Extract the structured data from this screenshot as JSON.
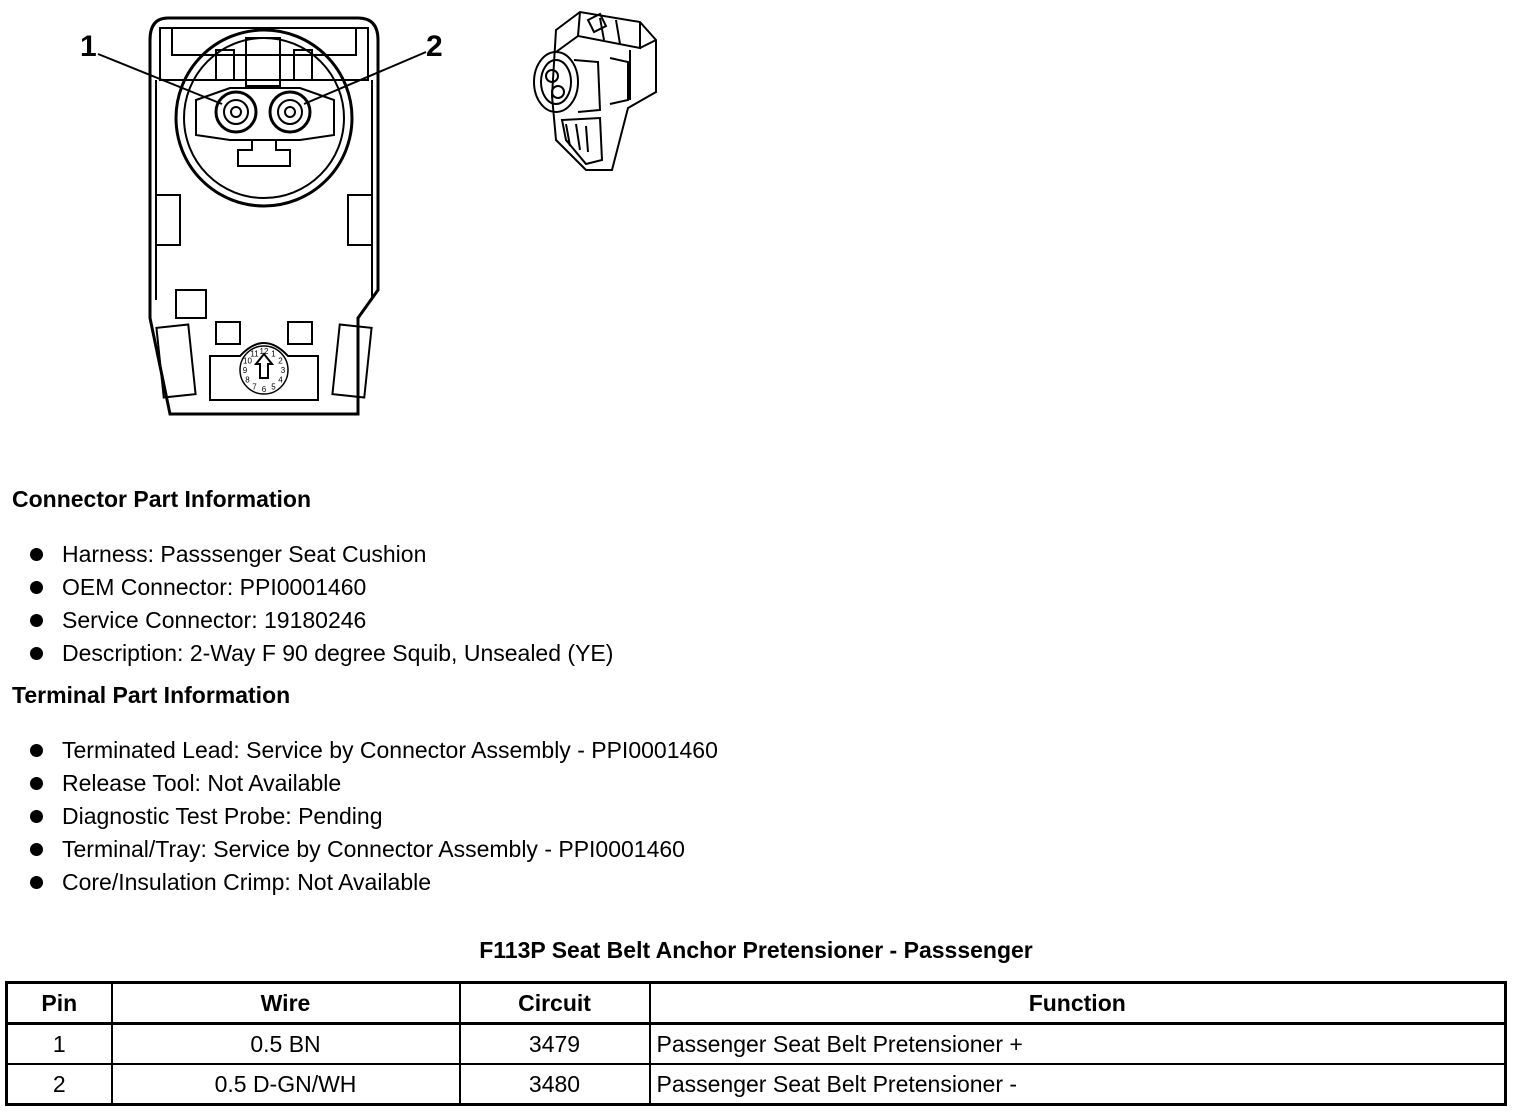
{
  "diagram": {
    "callout_1": "1",
    "callout_2": "2",
    "clock_arrow_label": "",
    "clock_numbers": [
      "12",
      "1",
      "2",
      "3",
      "4",
      "5",
      "6",
      "7",
      "8",
      "9",
      "10",
      "11"
    ]
  },
  "connector_info": {
    "heading": "Connector Part Information",
    "items": [
      "Harness: Passsenger Seat Cushion",
      "OEM Connector: PPI0001460",
      "Service Connector: 19180246",
      "Description: 2-Way F 90 degree Squib, Unsealed (YE)"
    ]
  },
  "terminal_info": {
    "heading": "Terminal Part Information",
    "items": [
      "Terminated Lead: Service by Connector Assembly - PPI0001460",
      "Release Tool: Not Available",
      "Diagnostic Test Probe: Pending",
      "Terminal/Tray: Service by Connector Assembly - PPI0001460",
      "Core/Insulation Crimp: Not Available"
    ]
  },
  "pin_table": {
    "title": "F113P Seat Belt Anchor Pretensioner - Passsenger",
    "headers": [
      "Pin",
      "Wire",
      "Circuit",
      "Function"
    ],
    "rows": [
      [
        "1",
        "0.5 BN",
        "3479",
        "Passenger Seat Belt Pretensioner +"
      ],
      [
        "2",
        "0.5 D-GN/WH",
        "3480",
        "Passenger Seat Belt Pretensioner -"
      ]
    ]
  }
}
